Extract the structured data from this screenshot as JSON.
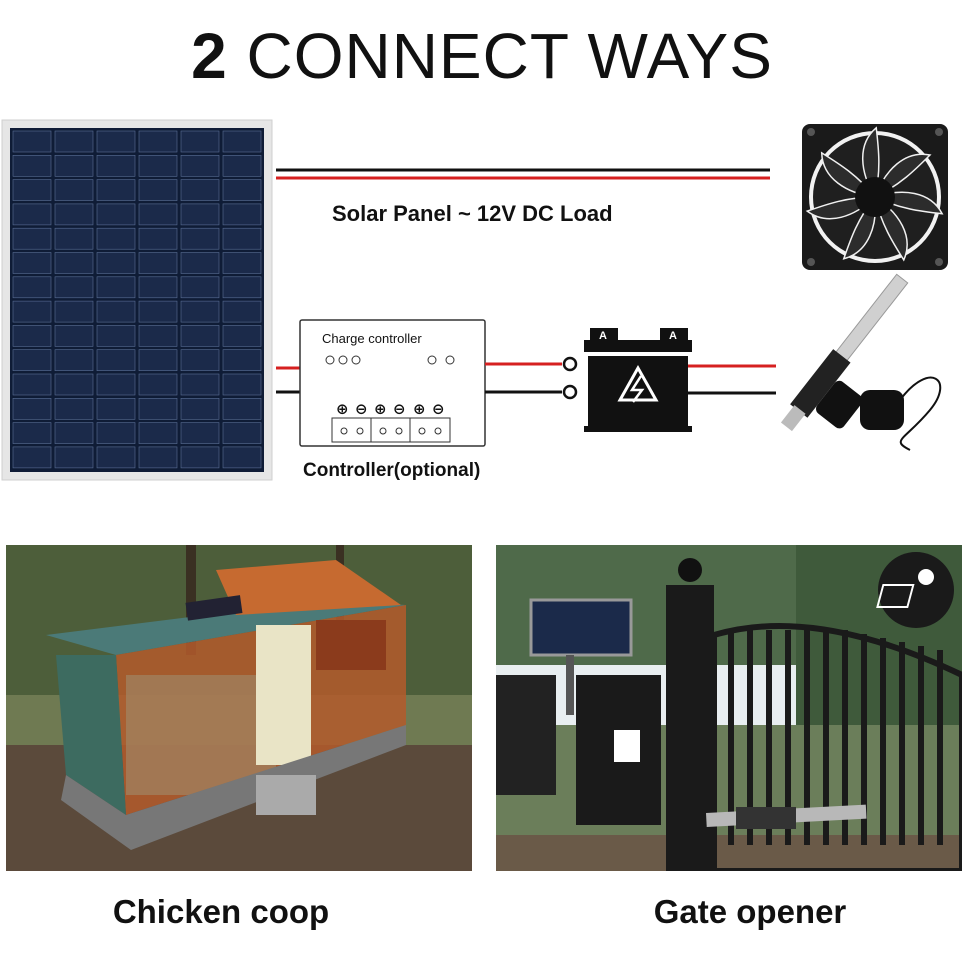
{
  "title": {
    "number": "2",
    "text": "CONNECT WAYS"
  },
  "diagram": {
    "direct_label": "Solar Panel ~ 12V DC Load",
    "controller_box_label": "Charge controller",
    "controller_caption": "Controller(optional)",
    "battery_terminal_left": "A",
    "battery_terminal_right": "A",
    "terminal_symbols": [
      "⊕",
      "⊖",
      "⊕",
      "⊖",
      "⊕",
      "⊖"
    ]
  },
  "photos": [
    {
      "caption": "Chicken coop"
    },
    {
      "caption": "Gate opener"
    }
  ],
  "colors": {
    "wire_red": "#d62020",
    "wire_black": "#111111",
    "panel_cell": "#1b2a4a",
    "frame": "#d8d8d8"
  }
}
